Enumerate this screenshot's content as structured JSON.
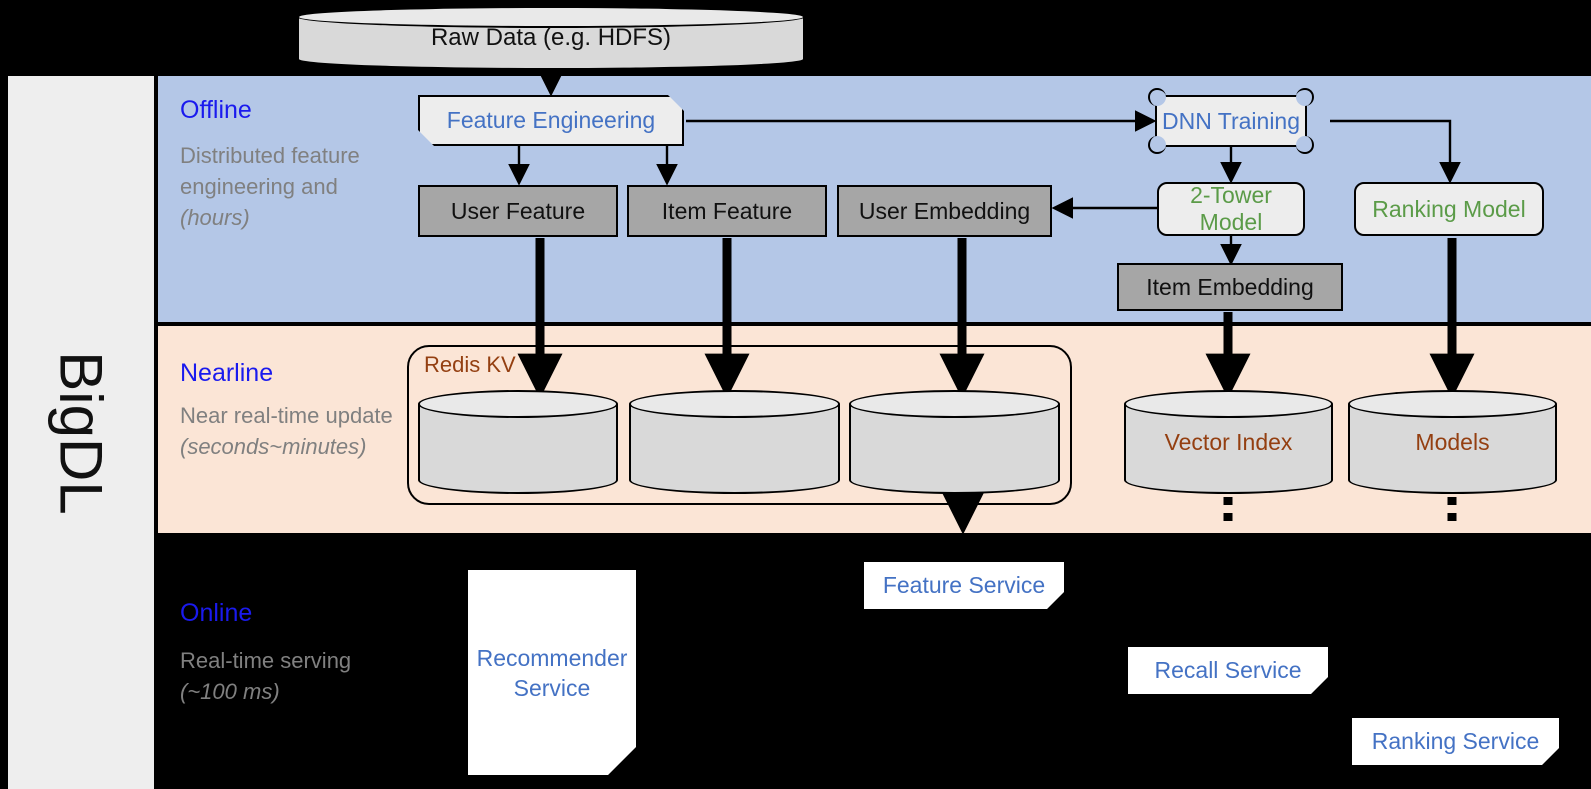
{
  "sidebar": {
    "label": "BigDL"
  },
  "source": {
    "raw_data": "Raw Data (e.g. HDFS)"
  },
  "bands": {
    "offline": {
      "title": "Offline",
      "description": "Distributed feature engineering and ",
      "description_italic": "(hours)",
      "bg": "#b4c7e7"
    },
    "nearline": {
      "title": "Nearline",
      "description": "Near real-time update ",
      "description_italic": "(seconds~minutes)",
      "bg": "#fbe5d6"
    },
    "online": {
      "title": "Online",
      "description": "Real-time serving ",
      "description_italic": "(~100 ms)",
      "bg": "#000000"
    }
  },
  "offline_nodes": {
    "feature_engineering": "Feature Engineering",
    "dnn_training": "DNN Training",
    "user_feature": "User Feature",
    "item_feature": "Item Feature",
    "user_embedding": "User Embedding",
    "two_tower_model": "2-Tower Model",
    "ranking_model": "Ranking Model",
    "item_embedding": "Item Embedding"
  },
  "nearline_nodes": {
    "redis_kv": "Redis KV",
    "store_1": "",
    "store_2": "",
    "store_3": "",
    "vector_index": "Vector Index",
    "models": "Models"
  },
  "online_nodes": {
    "recommender_service": "Recommender Service",
    "feature_service": "Feature Service",
    "recall_service": "Recall Service",
    "ranking_service": "Ranking Service"
  },
  "colors": {
    "band_offline": "#b4c7e7",
    "band_nearline": "#fbe5d6",
    "band_online": "#000000",
    "title_blue": "#1a1aee",
    "text_blue": "#4472c4",
    "text_green": "#5b9b48",
    "text_brown": "#943f11",
    "box_gray": "#a6a6a6",
    "box_light": "#ededed",
    "sidebar_bg": "#eeeeee"
  }
}
